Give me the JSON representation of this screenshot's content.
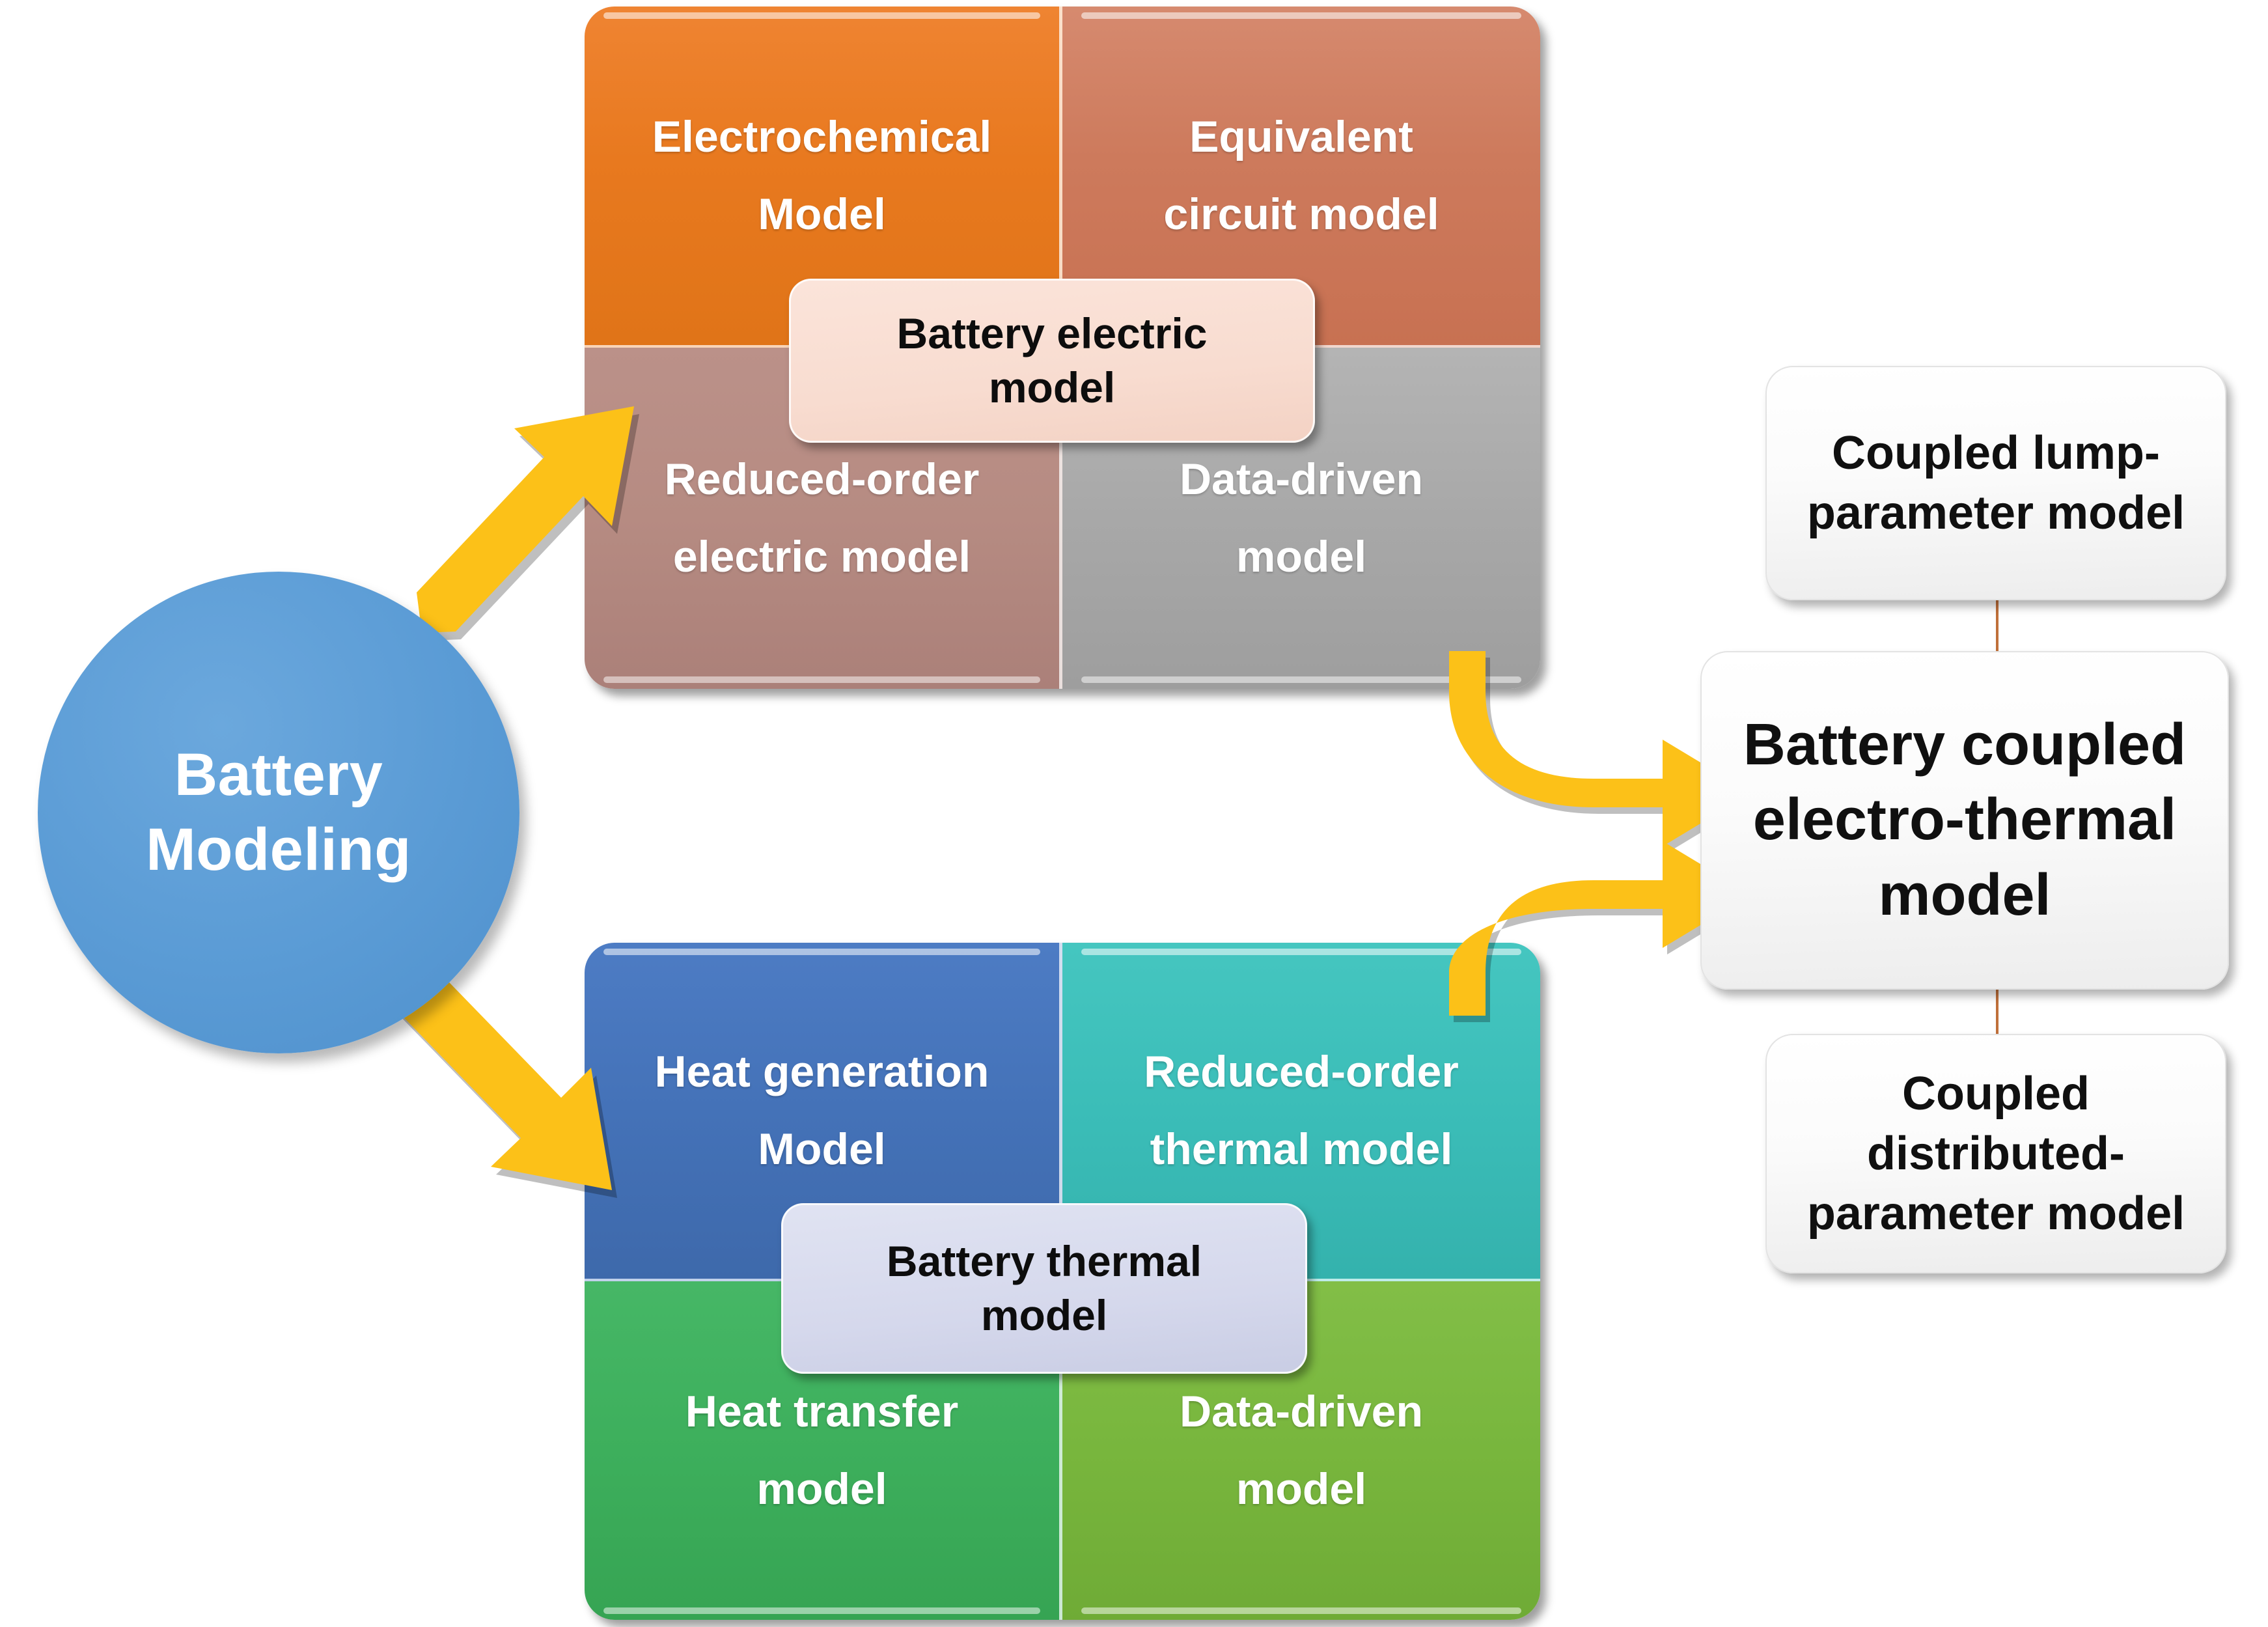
{
  "diagram": {
    "title": "Battery modeling taxonomy flow diagram",
    "source": {
      "label": "Battery\nModeling",
      "label_line1": "Battery",
      "label_line2": "Modeling",
      "color": "#5a9bd5",
      "shape": "circle"
    },
    "groups": [
      {
        "id": "battery-electric-model",
        "center_label": "Battery electric\nmodel",
        "center_label_line1": "Battery electric",
        "center_label_line2": "model",
        "center_label_color": "#f8dcd0",
        "quadrants": [
          {
            "id": "electrochemical-model",
            "line1": "Electrochemical",
            "line2": "Model",
            "color": "#e8791f",
            "position": "top-left"
          },
          {
            "id": "equivalent-circuit-model",
            "line1": "Equivalent",
            "line2": "circuit model",
            "color": "#cd7a5c",
            "position": "top-right"
          },
          {
            "id": "reduced-order-electric-model",
            "line1": "Reduced-order",
            "line2": "electric model",
            "color": "#b68b82",
            "position": "bottom-left"
          },
          {
            "id": "data-driven-electric-model",
            "line1": "Data-driven",
            "line2": "model",
            "color": "#a8a8a8",
            "position": "bottom-right"
          }
        ]
      },
      {
        "id": "battery-thermal-model",
        "center_label": "Battery thermal\nmodel",
        "center_label_line1": "Battery thermal",
        "center_label_line2": "model",
        "center_label_color": "#d5d8ec",
        "quadrants": [
          {
            "id": "heat-generation-model",
            "line1": "Heat generation",
            "line2": "Model",
            "color": "#4472b8",
            "position": "top-left"
          },
          {
            "id": "reduced-order-thermal-model",
            "line1": "Reduced-order",
            "line2": "thermal model",
            "color": "#3bbdb8",
            "position": "top-right"
          },
          {
            "id": "heat-transfer-model",
            "line1": "Heat transfer",
            "line2": "model",
            "color": "#3daf5c",
            "position": "bottom-left"
          },
          {
            "id": "data-driven-thermal-model",
            "line1": "Data-driven",
            "line2": "model",
            "color": "#78b63d",
            "position": "bottom-right"
          }
        ]
      }
    ],
    "outputs": {
      "top_box": {
        "id": "coupled-lump-parameter-model",
        "line1": "Coupled lump-",
        "line2": "parameter model",
        "color": "#f2f2f2"
      },
      "main_box": {
        "id": "battery-coupled-electro-thermal-model",
        "line1": "Battery coupled",
        "line2": "electro-thermal",
        "line3": "model",
        "color": "#f2f2f2"
      },
      "bottom_box": {
        "id": "coupled-distributed-parameter-model",
        "line1": "Coupled",
        "line2": "distributed-",
        "line3": "parameter model",
        "color": "#f2f2f2"
      }
    },
    "arrows": [
      {
        "id": "arrow-to-electric-group",
        "direction": "up-right",
        "color": "#fcc118"
      },
      {
        "id": "arrow-to-thermal-group",
        "direction": "down-right",
        "color": "#fcc118"
      },
      {
        "id": "arrow-electric-to-coupled",
        "direction": "curved-right",
        "color": "#fcc118"
      },
      {
        "id": "arrow-thermal-to-coupled",
        "direction": "curved-right",
        "color": "#fcc118"
      }
    ],
    "connector_color": "#c0703a"
  }
}
